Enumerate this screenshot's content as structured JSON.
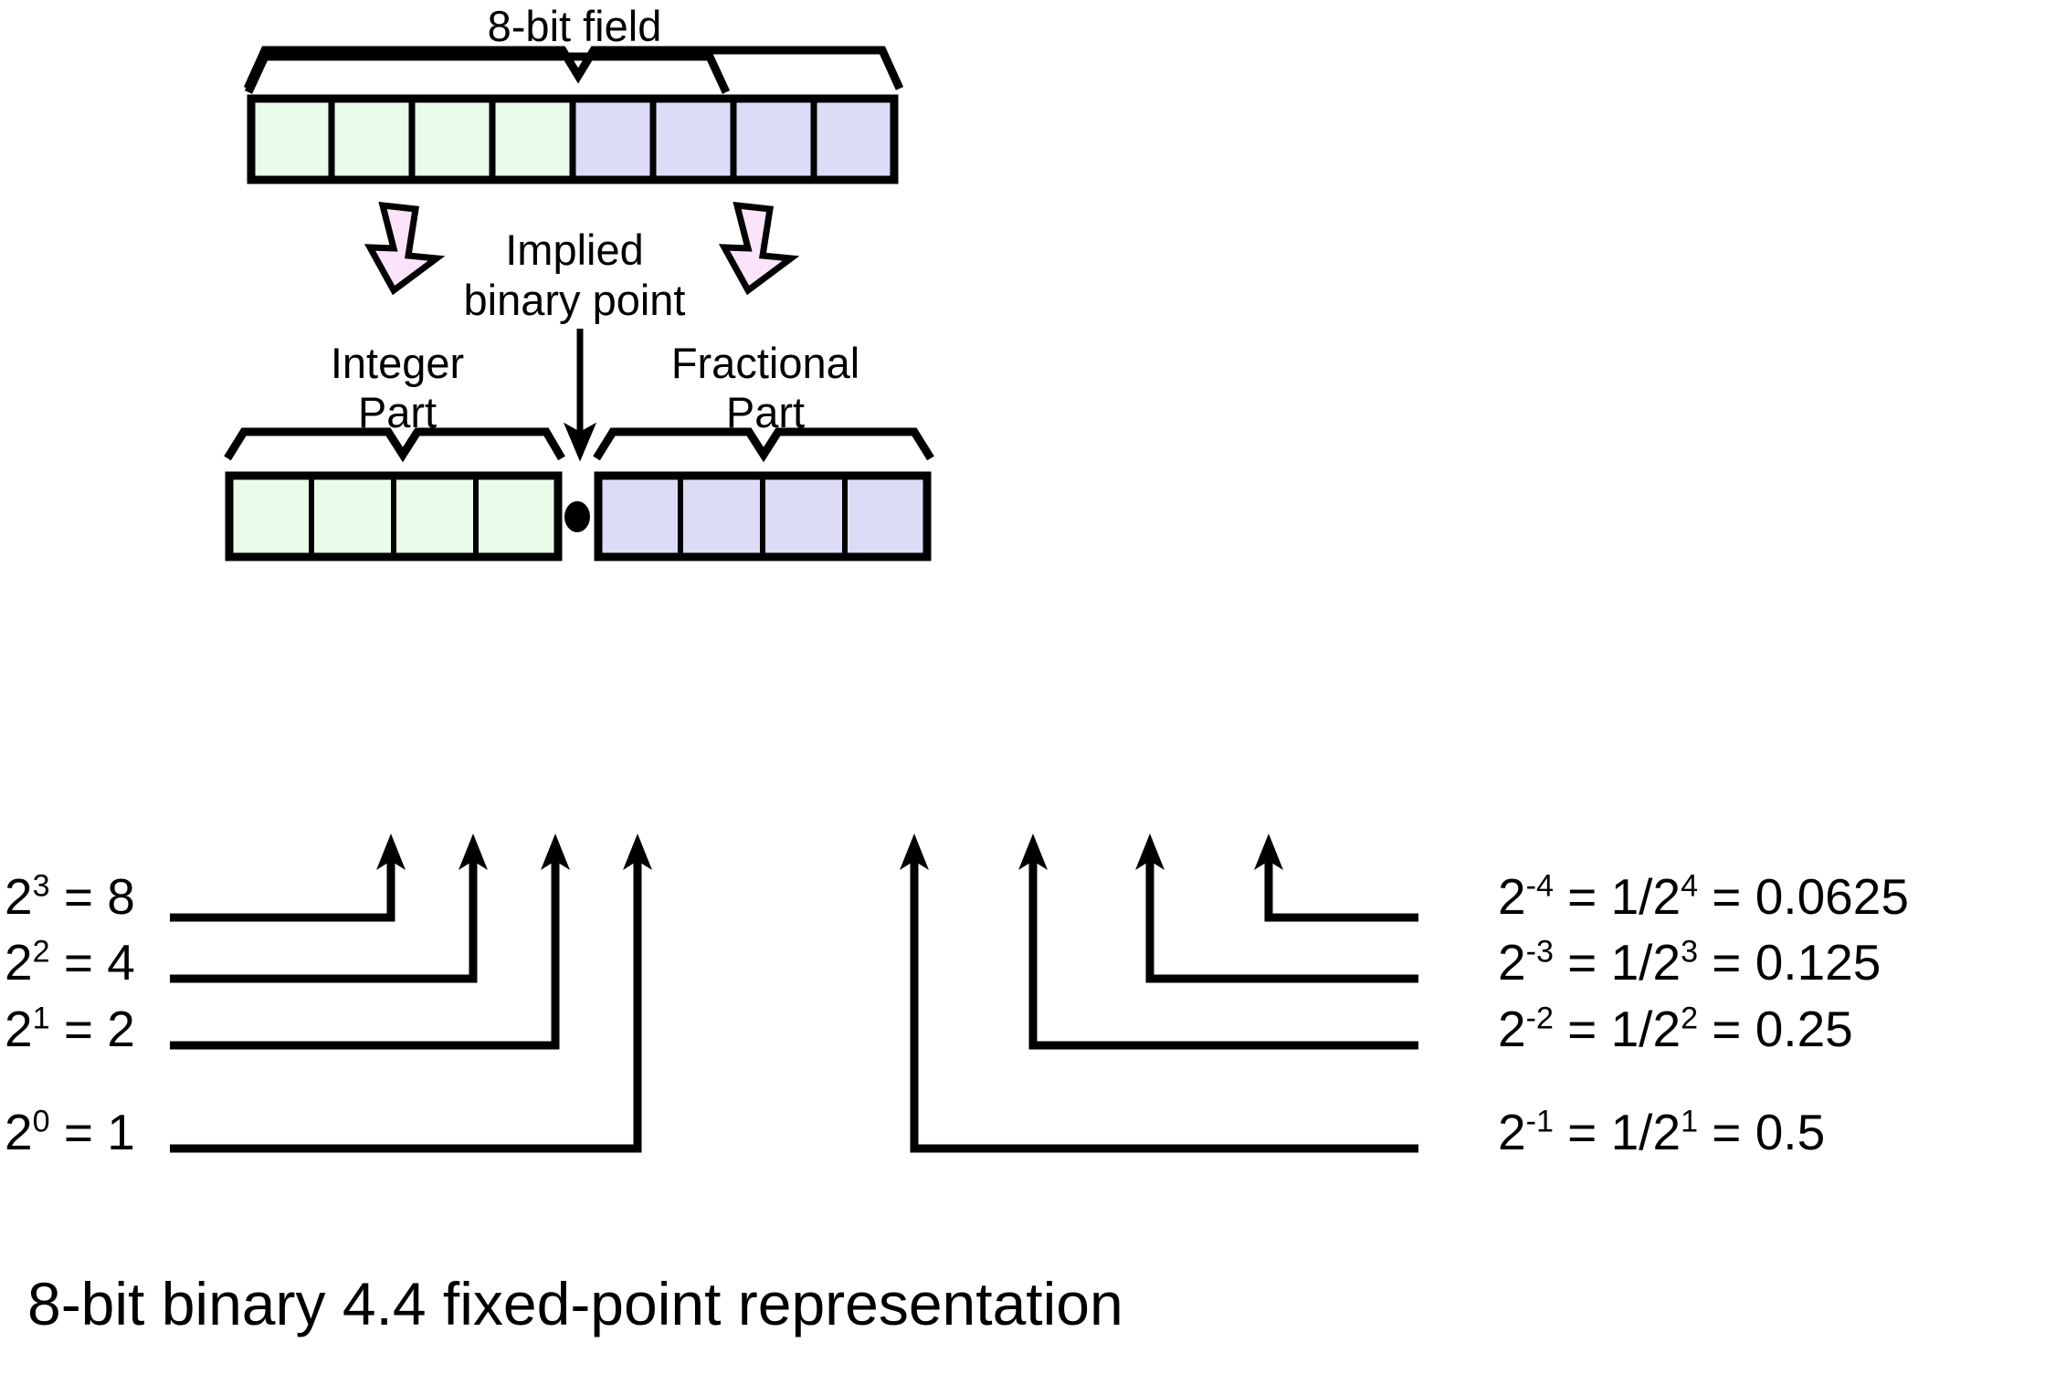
{
  "diagram": {
    "caption": "8-bit binary 4.4 fixed-point representation",
    "top_field_label": "8-bit field",
    "implied_point_line1": "Implied",
    "implied_point_line2": "binary point",
    "integer_label_line1": "Integer",
    "integer_label_line2": "Part",
    "fractional_label_line1": "Fractional",
    "fractional_label_line2": "Part",
    "binary_point_symbol": "●",
    "colors": {
      "integer_cell_fill": "#e9fbe9",
      "fractional_cell_fill": "#dcdcf7",
      "arrow_fill": "#fbe4fa",
      "stroke": "#000000",
      "background": "#ffffff"
    },
    "top_row": {
      "total_bits": 8,
      "integer_bits": 4,
      "fractional_bits": 4
    },
    "split_row": {
      "integer_bits": 4,
      "fractional_bits": 4
    },
    "integer_weights": [
      {
        "power": "2",
        "exponent": "3",
        "eq": " = 8",
        "value": 8
      },
      {
        "power": "2",
        "exponent": "2",
        "eq": " = 4",
        "value": 4
      },
      {
        "power": "2",
        "exponent": "1",
        "eq": " = 2",
        "value": 2
      },
      {
        "power": "2",
        "exponent": "0",
        "eq": " = 1",
        "value": 1
      }
    ],
    "fractional_weights": [
      {
        "power": "2",
        "exponent": "-4",
        "frac_num": "1/2",
        "frac_exp": "4",
        "eq": " = 0.0625",
        "value": 0.0625
      },
      {
        "power": "2",
        "exponent": "-3",
        "frac_num": "1/2",
        "frac_exp": "3",
        "eq": " = 0.125",
        "value": 0.125
      },
      {
        "power": "2",
        "exponent": "-2",
        "frac_num": "1/2",
        "frac_exp": "2",
        "eq": " = 0.25",
        "value": 0.25
      },
      {
        "power": "2",
        "exponent": "-1",
        "frac_num": "1/2",
        "frac_exp": "1",
        "eq": " = 0.5",
        "value": 0.5
      }
    ]
  }
}
